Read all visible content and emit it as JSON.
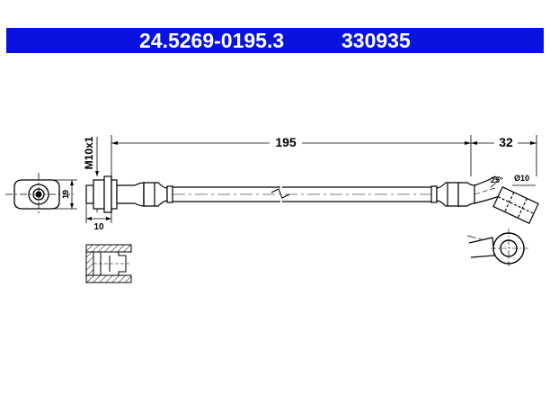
{
  "header": {
    "part_number": "24.5269-0195.3",
    "ref_number": "330935",
    "background": "#0a12e0",
    "text_color": "#ffffff"
  },
  "dimensions": {
    "length": "195",
    "end_length": "32",
    "thread": "M10x1",
    "height": "19",
    "fitting_length": "10",
    "angle": "25°",
    "eye_diameter": "Ø10"
  }
}
